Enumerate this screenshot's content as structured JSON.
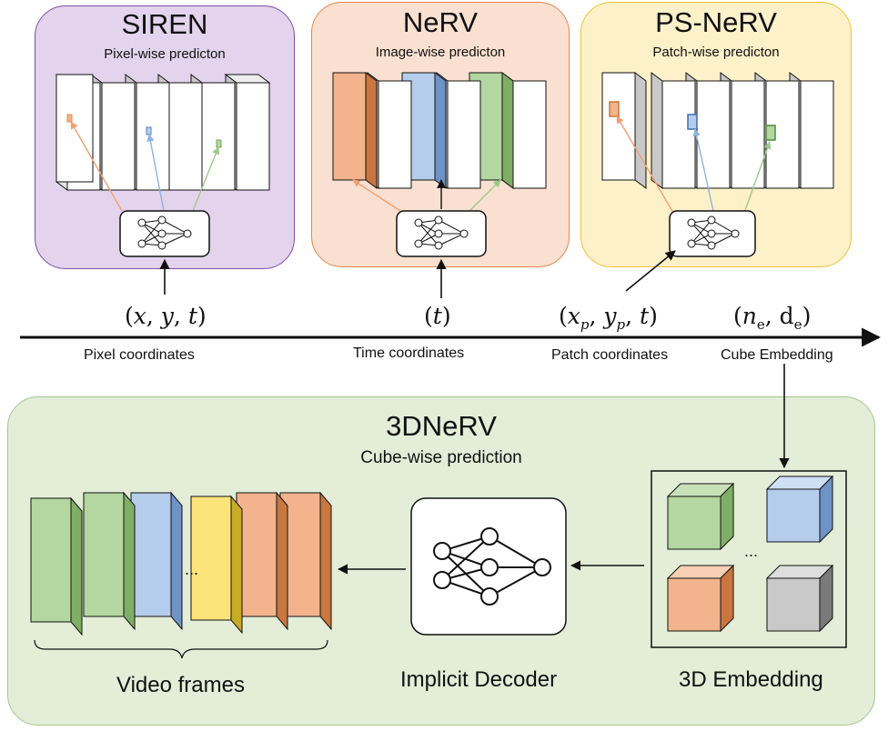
{
  "panels": {
    "siren": {
      "title": "SIREN",
      "subtitle": "Pixel-wise predicton"
    },
    "nerv": {
      "title": "NeRV",
      "subtitle": "Image-wise predicton"
    },
    "psnerv": {
      "title": "PS-NeRV",
      "subtitle": "Patch-wise predicton"
    },
    "threed": {
      "title": "3DNeRV",
      "subtitle": "Cube-wise prediction"
    }
  },
  "axis": {
    "inputs": [
      {
        "math_parts": [
          "(",
          "x",
          ", ",
          "y",
          ", ",
          "t",
          ")"
        ],
        "label": "Pixel coordinates"
      },
      {
        "math_parts": [
          "(",
          "t",
          ")"
        ],
        "label": "Time coordinates"
      },
      {
        "math_parts": [
          "(",
          "x",
          "p",
          ", ",
          "y",
          "p",
          ", ",
          "t",
          ")"
        ],
        "label": "Patch coordinates"
      },
      {
        "math_parts": [
          "(",
          "n",
          "e",
          ", d",
          "e",
          ")"
        ],
        "label": "Cube Embedding"
      }
    ]
  },
  "bottom": {
    "frames_label": "Video frames",
    "decoder_label": "Implicit Decoder",
    "embedding_label": "3D Embedding",
    "frames_ellipsis": "...",
    "cubes_ellipsis": "..."
  },
  "colors": {
    "siren_bg": "#e3d3ec",
    "siren_border": "#7e4fa8",
    "nerv_bg": "#f9e0d0",
    "nerv_border": "#e2874d",
    "psnerv_bg": "#fdf1c9",
    "psnerv_border": "#f2c132",
    "threed_bg": "#e3edd8",
    "threed_border": "#a7c48c",
    "orange": "#f2b38d",
    "blue": "#b5cdec",
    "green": "#b4d6a0",
    "yellow": "#fbe47a",
    "gray": "#c9c9c9"
  }
}
